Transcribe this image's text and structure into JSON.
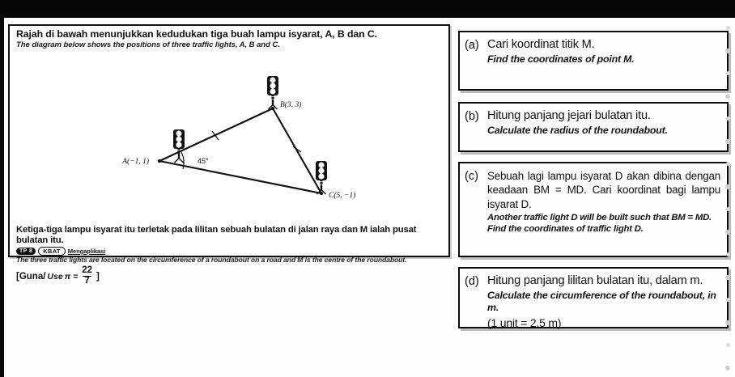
{
  "page": {
    "left_panel": {
      "stem_my": "Rajah di bawah menunjukkan kedudukan tiga buah lampu isyarat, A, B dan C.",
      "stem_en": "The diagram below shows the positions of three traffic lights, A, B and C.",
      "note_my": "Ketiga-tiga lampu isyarat itu terletak pada lilitan sebuah bulatan di jalan raya dan M ialah pusat bulatan itu.",
      "note_en": "The three traffic lights are located on the circumference of a roundabout on a road and M is the centre of the roundabout.",
      "badges": {
        "tp": "TP 8",
        "kbat": "KBAT",
        "skill": "Mengaplikasi"
      },
      "use_prefix": "[Guna/",
      "use_italic": "Use",
      "use_pi": "π =",
      "use_num": "22",
      "use_den": "7",
      "use_suffix": "]"
    },
    "diagram": {
      "points": [
        {
          "name": "A",
          "label": "A(−1, 1)",
          "x": -1,
          "y": 1
        },
        {
          "name": "B",
          "label": "B(3, 3)",
          "x": 3,
          "y": 3
        },
        {
          "name": "C",
          "label": "C(5, −1)",
          "x": 5,
          "y": -1
        }
      ],
      "angle_label": "45°",
      "angle_at": "A",
      "tick_marks_on": [
        "AB",
        "BC"
      ],
      "icon": "traffic-light-icon"
    },
    "questions": [
      {
        "label": "(a)",
        "my": "Cari koordinat titik M.",
        "en": "Find the coordinates of point M."
      },
      {
        "label": "(b)",
        "my": "Hitung panjang jejari bulatan itu.",
        "en": "Calculate the radius of the roundabout."
      },
      {
        "label": "(c)",
        "my": "Sebuah lagi lampu isyarat D akan dibina dengan keadaan BM = MD. Cari koordinat bagi lampu isyarat D.",
        "en": "Another traffic light D will be built such that BM = MD. Find the coordinates of traffic light D."
      },
      {
        "label": "(d)",
        "my": "Hitung panjang lilitan bulatan itu, dalam m.",
        "en": "Calculate the circumference of the roundabout, in m.",
        "extra": "(1 unit = 2.5 m)"
      }
    ]
  }
}
